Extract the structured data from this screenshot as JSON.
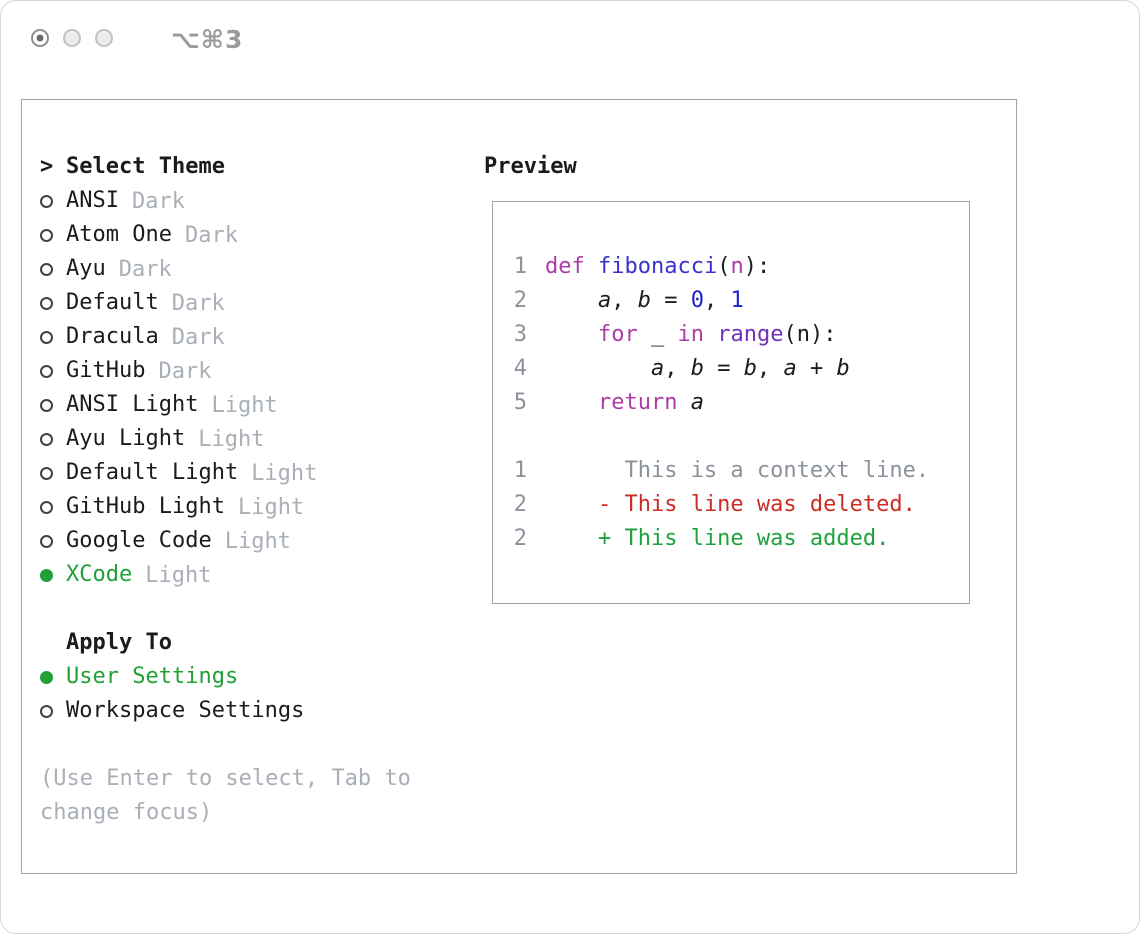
{
  "window": {
    "shortcut": "⌥⌘3"
  },
  "theme_panel": {
    "prompt": ">",
    "title": "Select Theme",
    "items": [
      {
        "name": "ANSI",
        "variant": "Dark",
        "selected": false
      },
      {
        "name": "Atom One",
        "variant": "Dark",
        "selected": false
      },
      {
        "name": "Ayu",
        "variant": "Dark",
        "selected": false
      },
      {
        "name": "Default",
        "variant": "Dark",
        "selected": false
      },
      {
        "name": "Dracula",
        "variant": "Dark",
        "selected": false
      },
      {
        "name": "GitHub",
        "variant": "Dark",
        "selected": false
      },
      {
        "name": "ANSI Light",
        "variant": "Light",
        "selected": false
      },
      {
        "name": "Ayu Light",
        "variant": "Light",
        "selected": false
      },
      {
        "name": "Default Light",
        "variant": "Light",
        "selected": false
      },
      {
        "name": "GitHub Light",
        "variant": "Light",
        "selected": false
      },
      {
        "name": "Google Code",
        "variant": "Light",
        "selected": false
      },
      {
        "name": "XCode",
        "variant": "Light",
        "selected": true
      }
    ]
  },
  "apply_panel": {
    "title": "Apply To",
    "items": [
      {
        "label": "User Settings",
        "selected": true
      },
      {
        "label": "Workspace Settings",
        "selected": false
      }
    ]
  },
  "hint_lines": [
    "(Use Enter to select, Tab to",
    "change focus)"
  ],
  "preview": {
    "title": "Preview",
    "code_lines": [
      {
        "num": "1",
        "tokens": [
          {
            "t": "def",
            "c": "keyword"
          },
          {
            "t": " "
          },
          {
            "t": "fibonacci",
            "c": "function"
          },
          {
            "t": "("
          },
          {
            "t": "n",
            "c": "keyword"
          },
          {
            "t": "):"
          }
        ]
      },
      {
        "num": "2",
        "tokens": [
          {
            "t": "    "
          },
          {
            "t": "a",
            "i": true
          },
          {
            "t": ", "
          },
          {
            "t": "b",
            "i": true
          },
          {
            "t": " = "
          },
          {
            "t": "0",
            "c": "number"
          },
          {
            "t": ", "
          },
          {
            "t": "1",
            "c": "number"
          }
        ]
      },
      {
        "num": "3",
        "tokens": [
          {
            "t": "    "
          },
          {
            "t": "for",
            "c": "keyword"
          },
          {
            "t": " _ "
          },
          {
            "t": "in",
            "c": "keyword"
          },
          {
            "t": " "
          },
          {
            "t": "range",
            "c": "builtin"
          },
          {
            "t": "(n):"
          }
        ]
      },
      {
        "num": "4",
        "tokens": [
          {
            "t": "        "
          },
          {
            "t": "a",
            "i": true
          },
          {
            "t": ", "
          },
          {
            "t": "b",
            "i": true
          },
          {
            "t": " = "
          },
          {
            "t": "b",
            "i": true
          },
          {
            "t": ", "
          },
          {
            "t": "a",
            "i": true
          },
          {
            "t": " + "
          },
          {
            "t": "b",
            "i": true
          }
        ]
      },
      {
        "num": "5",
        "tokens": [
          {
            "t": "    "
          },
          {
            "t": "return",
            "c": "keyword"
          },
          {
            "t": " "
          },
          {
            "t": "a",
            "i": true
          }
        ]
      },
      {
        "num": "",
        "tokens": []
      },
      {
        "num": "1",
        "tokens": [
          {
            "t": "      This is a context line.",
            "c": "context"
          }
        ]
      },
      {
        "num": "2",
        "tokens": [
          {
            "t": "    - This line was deleted.",
            "c": "deleted"
          }
        ]
      },
      {
        "num": "2",
        "tokens": [
          {
            "t": "    + This line was added.",
            "c": "added"
          }
        ]
      }
    ]
  },
  "colors": {
    "accent_green": "#21A038",
    "keyword": "#AD3DA4",
    "function": "#3B31CC",
    "builtin": "#7030B8",
    "number": "#1C23CE",
    "plain": "#1B1B1D",
    "context": "#8B929B",
    "deleted": "#CB2E24",
    "added": "#1FA23C",
    "line_number": "#8B929B",
    "muted": "#A9AFB6",
    "text": "#1B1B1D"
  }
}
